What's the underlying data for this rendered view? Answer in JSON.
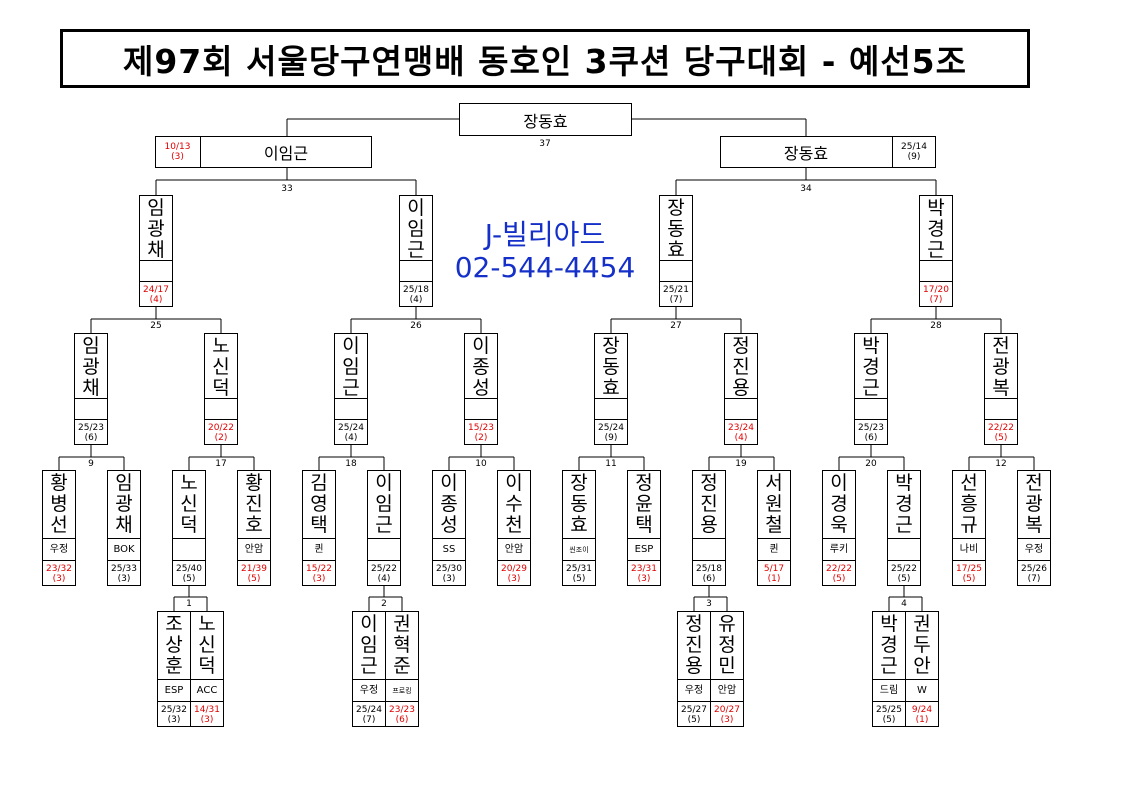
{
  "title": "제97회 서울당구연맹배 동호인 3쿠션 당구대회 - 예선5조",
  "sponsor": {
    "name": "J-빌리아드",
    "phone": "02-544-4454"
  },
  "colors": {
    "loss_score": "#e00000",
    "sponsor": "#1530c8",
    "lines": "#000000"
  },
  "champion": {
    "name": "장동효",
    "match": "37"
  },
  "semis": {
    "left": {
      "name": "이임근",
      "score": "10/13",
      "inn": "(3)",
      "match": "33"
    },
    "right": {
      "name": "장동효",
      "score": "25/14",
      "inn": "(9)",
      "match": "34"
    }
  },
  "quarters": [
    {
      "name": "임광채",
      "score": "24/17",
      "inn": "(4)",
      "match": "25"
    },
    {
      "name": "이임근",
      "score": "25/18",
      "inn": "(4)",
      "match": "26"
    },
    {
      "name": "장동효",
      "score": "25/21",
      "inn": "(7)",
      "match": "27"
    },
    {
      "name": "박경근",
      "score": "17/20",
      "inn": "(7)",
      "match": "28"
    }
  ],
  "round16": [
    {
      "name": "임광채",
      "score": "25/23",
      "inn": "(6)",
      "match": "9"
    },
    {
      "name": "노신덕",
      "score": "20/22",
      "inn": "(2)",
      "match": "17"
    },
    {
      "name": "이임근",
      "score": "25/24",
      "inn": "(4)",
      "match": "18"
    },
    {
      "name": "이종성",
      "score": "15/23",
      "inn": "(2)",
      "match": "10"
    },
    {
      "name": "장동효",
      "score": "25/24",
      "inn": "(9)",
      "match": "11"
    },
    {
      "name": "정진용",
      "score": "23/24",
      "inn": "(4)",
      "match": "19"
    },
    {
      "name": "박경근",
      "score": "25/23",
      "inn": "(6)",
      "match": "20"
    },
    {
      "name": "전광복",
      "score": "22/22",
      "inn": "(5)",
      "match": "12"
    }
  ],
  "round32": [
    {
      "name": "황병선",
      "club": "우정",
      "score": "23/32",
      "inn": "(3)"
    },
    {
      "name": "임광채",
      "club": "BOK",
      "score": "25/33",
      "inn": "(3)"
    },
    {
      "name": "노신덕",
      "club": "",
      "score": "25/40",
      "inn": "(5)",
      "match": "1"
    },
    {
      "name": "황진호",
      "club": "안암",
      "score": "21/39",
      "inn": "(5)"
    },
    {
      "name": "김영택",
      "club": "퀸",
      "score": "15/22",
      "inn": "(3)"
    },
    {
      "name": "이임근",
      "club": "",
      "score": "25/22",
      "inn": "(4)",
      "match": "2"
    },
    {
      "name": "이종성",
      "club": "SS",
      "score": "25/30",
      "inn": "(3)"
    },
    {
      "name": "이수천",
      "club": "안암",
      "score": "20/29",
      "inn": "(3)"
    },
    {
      "name": "장동효",
      "club": "씬조이",
      "score": "25/31",
      "inn": "(5)"
    },
    {
      "name": "정윤택",
      "club": "ESP",
      "score": "23/31",
      "inn": "(3)"
    },
    {
      "name": "정진용",
      "club": "",
      "score": "25/18",
      "inn": "(6)",
      "match": "3"
    },
    {
      "name": "서원철",
      "club": "퀸",
      "score": "5/17",
      "inn": "(1)"
    },
    {
      "name": "이경욱",
      "club": "루키",
      "score": "22/22",
      "inn": "(5)"
    },
    {
      "name": "박경근",
      "club": "",
      "score": "25/22",
      "inn": "(5)",
      "match": "4"
    },
    {
      "name": "선흥규",
      "club": "나비",
      "score": "17/25",
      "inn": "(5)"
    },
    {
      "name": "전광복",
      "club": "우정",
      "score": "25/26",
      "inn": "(7)"
    }
  ],
  "prelims": [
    {
      "name": "조상훈",
      "club": "ESP",
      "score": "25/32",
      "inn": "(3)"
    },
    {
      "name": "노신덕",
      "club": "ACC",
      "score": "14/31",
      "inn": "(3)"
    },
    {
      "name": "이임근",
      "club": "우정",
      "score": "25/24",
      "inn": "(7)"
    },
    {
      "name": "권혁준",
      "club": "프로킹",
      "score": "23/23",
      "inn": "(6)"
    },
    {
      "name": "정진용",
      "club": "우정",
      "score": "25/27",
      "inn": "(5)"
    },
    {
      "name": "유정민",
      "club": "안암",
      "score": "20/27",
      "inn": "(3)"
    },
    {
      "name": "박경근",
      "club": "드림",
      "score": "25/25",
      "inn": "(5)"
    },
    {
      "name": "권두안",
      "club": "W",
      "score": "9/24",
      "inn": "(1)"
    }
  ]
}
